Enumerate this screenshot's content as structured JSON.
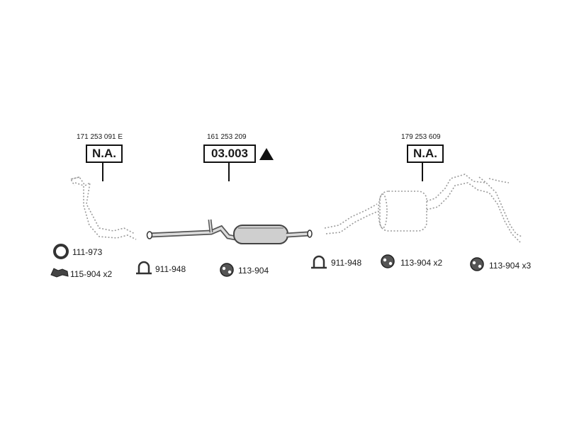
{
  "parts": {
    "front_pipe": {
      "oe_number": "171 253 091 E",
      "code": "N.A."
    },
    "center_silencer": {
      "oe_number": "161 253 209",
      "code": "03.003"
    },
    "rear_silencer": {
      "oe_number": "179 253 609",
      "code": "N.A."
    }
  },
  "accessories": {
    "ring": "111-973",
    "bracket": "115-904 x2",
    "clamp_1": "911-948",
    "mount_1": "113-904",
    "clamp_2": "911-948",
    "mount_2": "113-904 x2",
    "mount_3": "113-904 x3"
  },
  "colors": {
    "line": "#111111",
    "dotted": "#9a9a9a",
    "part_fill": "#d9d9d9",
    "part_dark": "#555555"
  },
  "icons": [
    "triangle-marker-icon",
    "ring-icon",
    "bracket-icon",
    "clamp-icon",
    "rubber-mount-icon"
  ]
}
